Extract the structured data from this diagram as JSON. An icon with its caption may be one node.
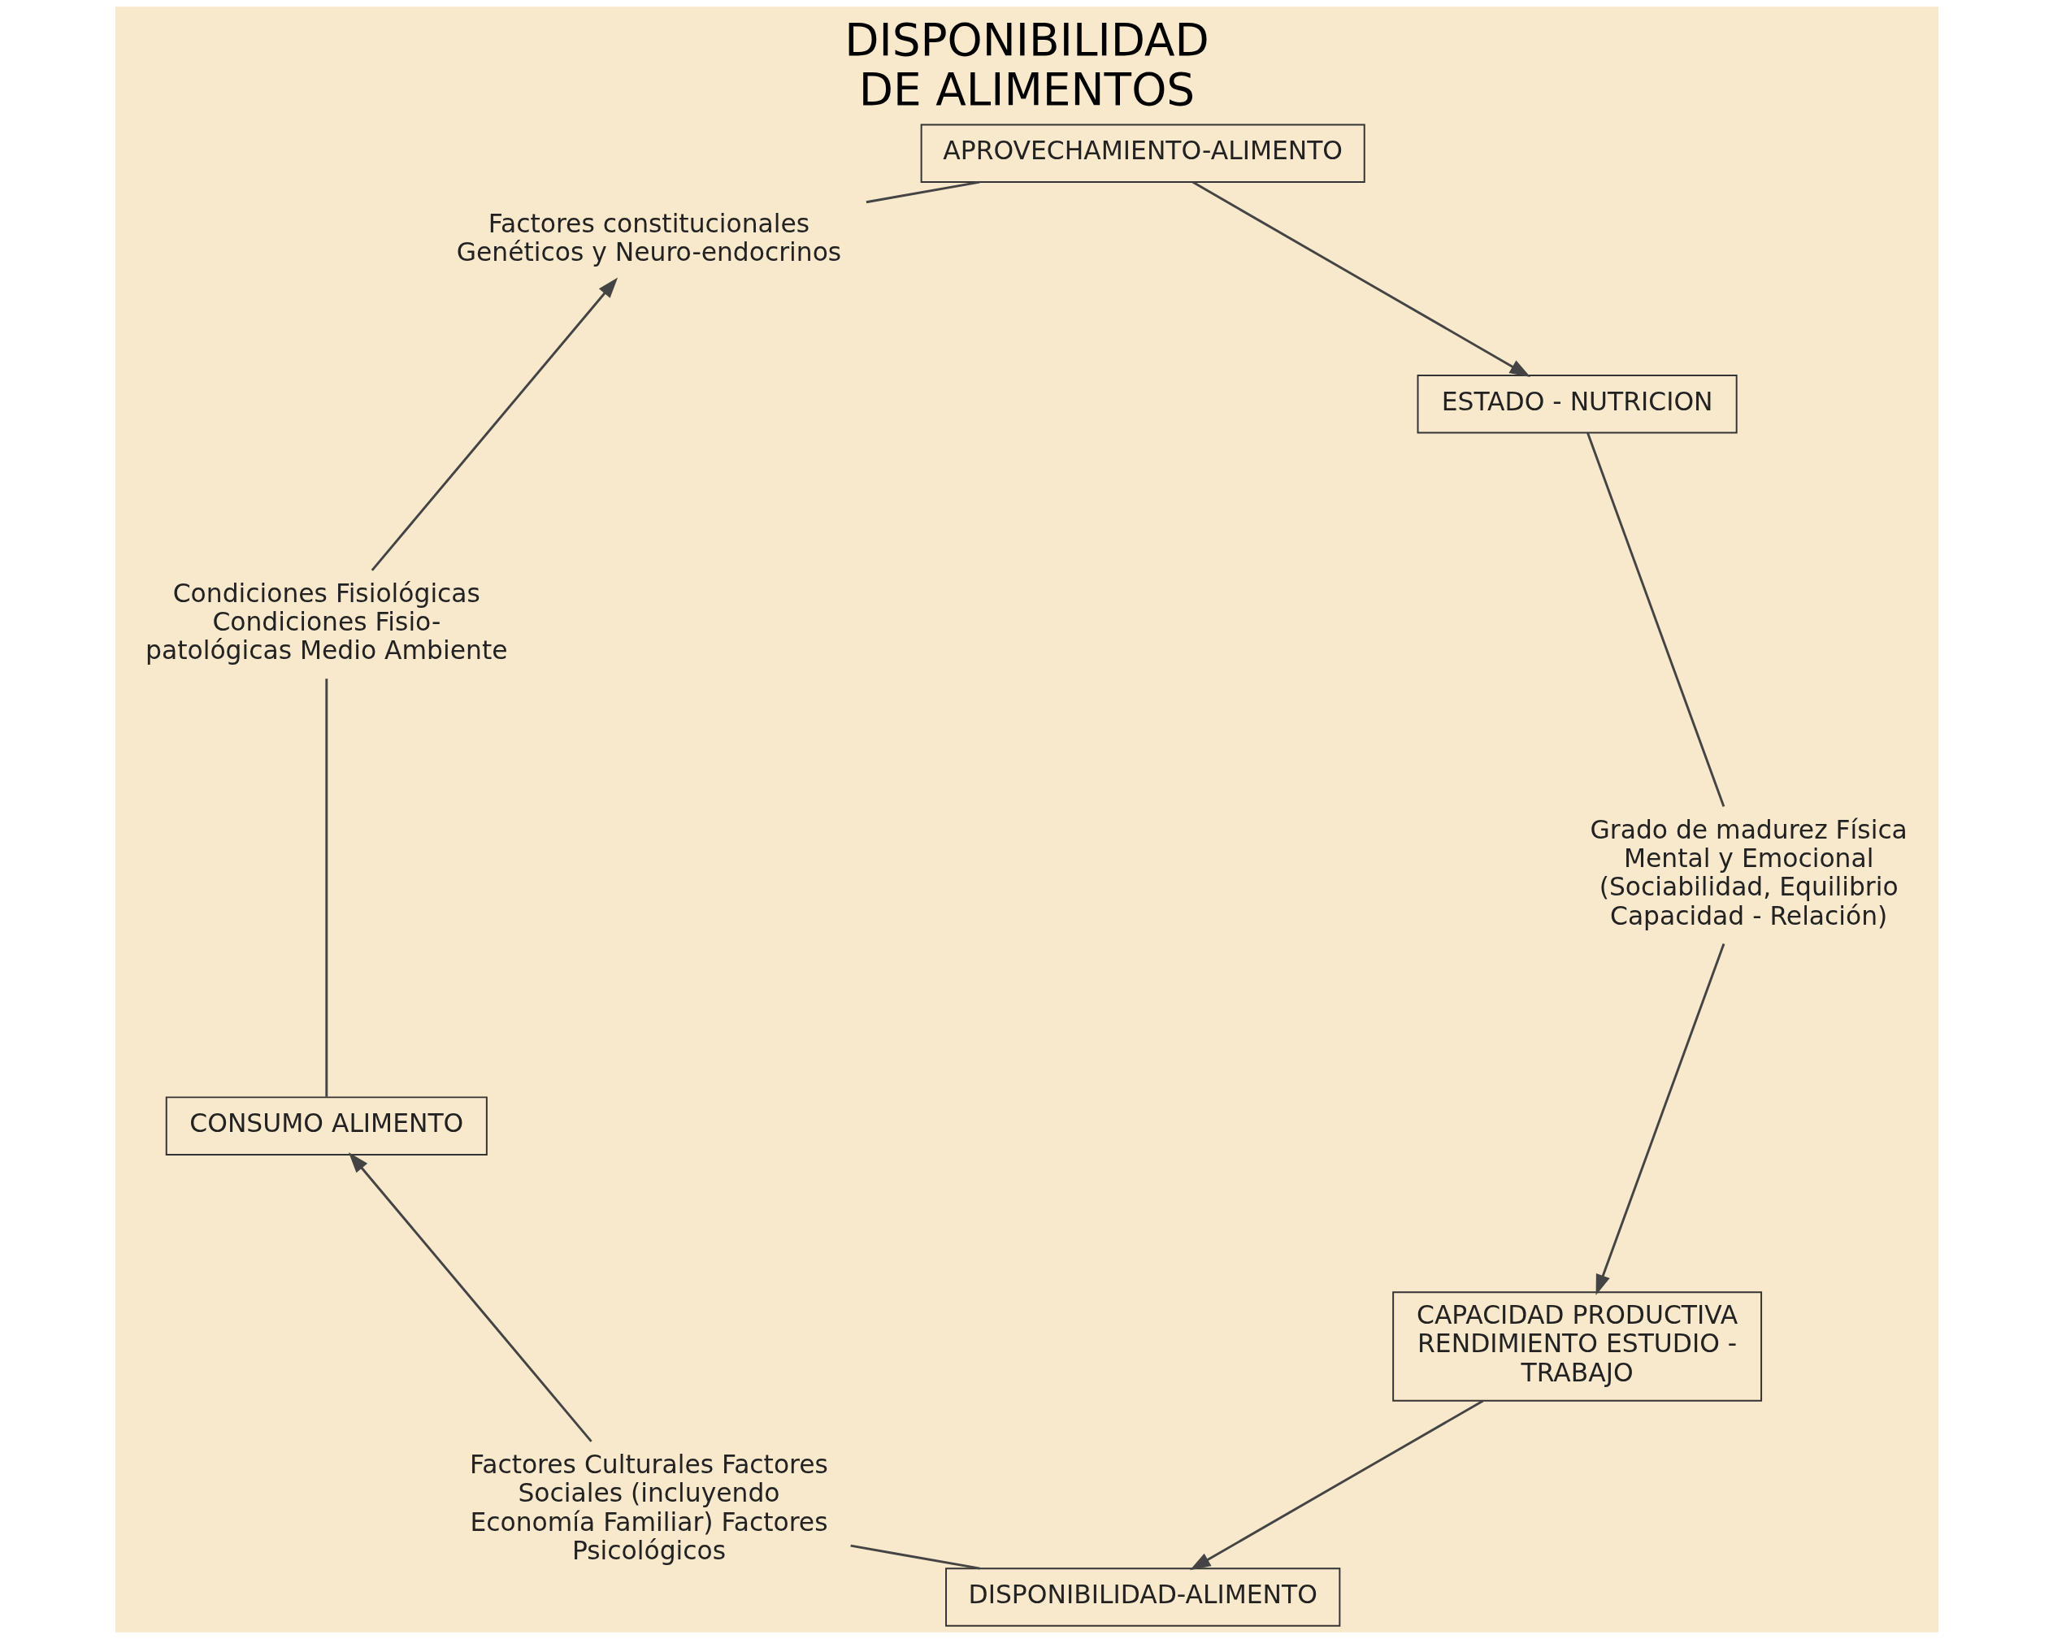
{
  "diagram": {
    "title": "DISPONIBILIDAD DE ALIMENTOS",
    "nodes": [
      {
        "text": [
          "CAPACIDAD PRODUCTIVA RENDIMIENTO ESTUDIO - TRABAJO"
        ]
      },
      {
        "text": [
          "DISPONIBILIDAD-ALIMENTO"
        ]
      },
      {
        "text": [
          "Factores Culturales Factores Sociales (incluyendo Economía Familiar) Factores Psicológicos"
        ]
      },
      {
        "text": [
          "CONSUMO ALIMENTO"
        ]
      },
      {
        "text": [
          "Condiciones Fisiológicas Condiciones Fisio-patológicas Medio Ambiente"
        ]
      },
      {
        "text": [
          "Factores constitucionales Genéticos y Neuro-endocrinos"
        ]
      },
      {
        "text": [
          "APROVECHAMIENTO-ALIMENTO"
        ]
      },
      {
        "text": [
          "ESTADO - NUTRICION"
        ]
      },
      {
        "text": [
          "Grado de madurez Física Mental y Emocional (Sociabilidad, Equilibrio Capacidad - Relación)"
        ]
      }
    ],
    "edges": [
      {
        "from": 0,
        "to": 1,
        "arrow": "to"
      },
      {
        "from": 1,
        "to": 2,
        "arrow": "none"
      },
      {
        "from": 2,
        "to": 3,
        "arrow": "to"
      },
      {
        "from": 3,
        "to": 4,
        "arrow": "none"
      },
      {
        "from": 4,
        "to": 5,
        "arrow": "to"
      },
      {
        "from": 5,
        "to": 6,
        "arrow": "none"
      },
      {
        "from": 6,
        "to": 7,
        "arrow": "to"
      },
      {
        "from": 7,
        "to": 8,
        "arrow": "none"
      },
      {
        "from": 8,
        "to": 0,
        "arrow": "to"
      }
    ]
  }
}
